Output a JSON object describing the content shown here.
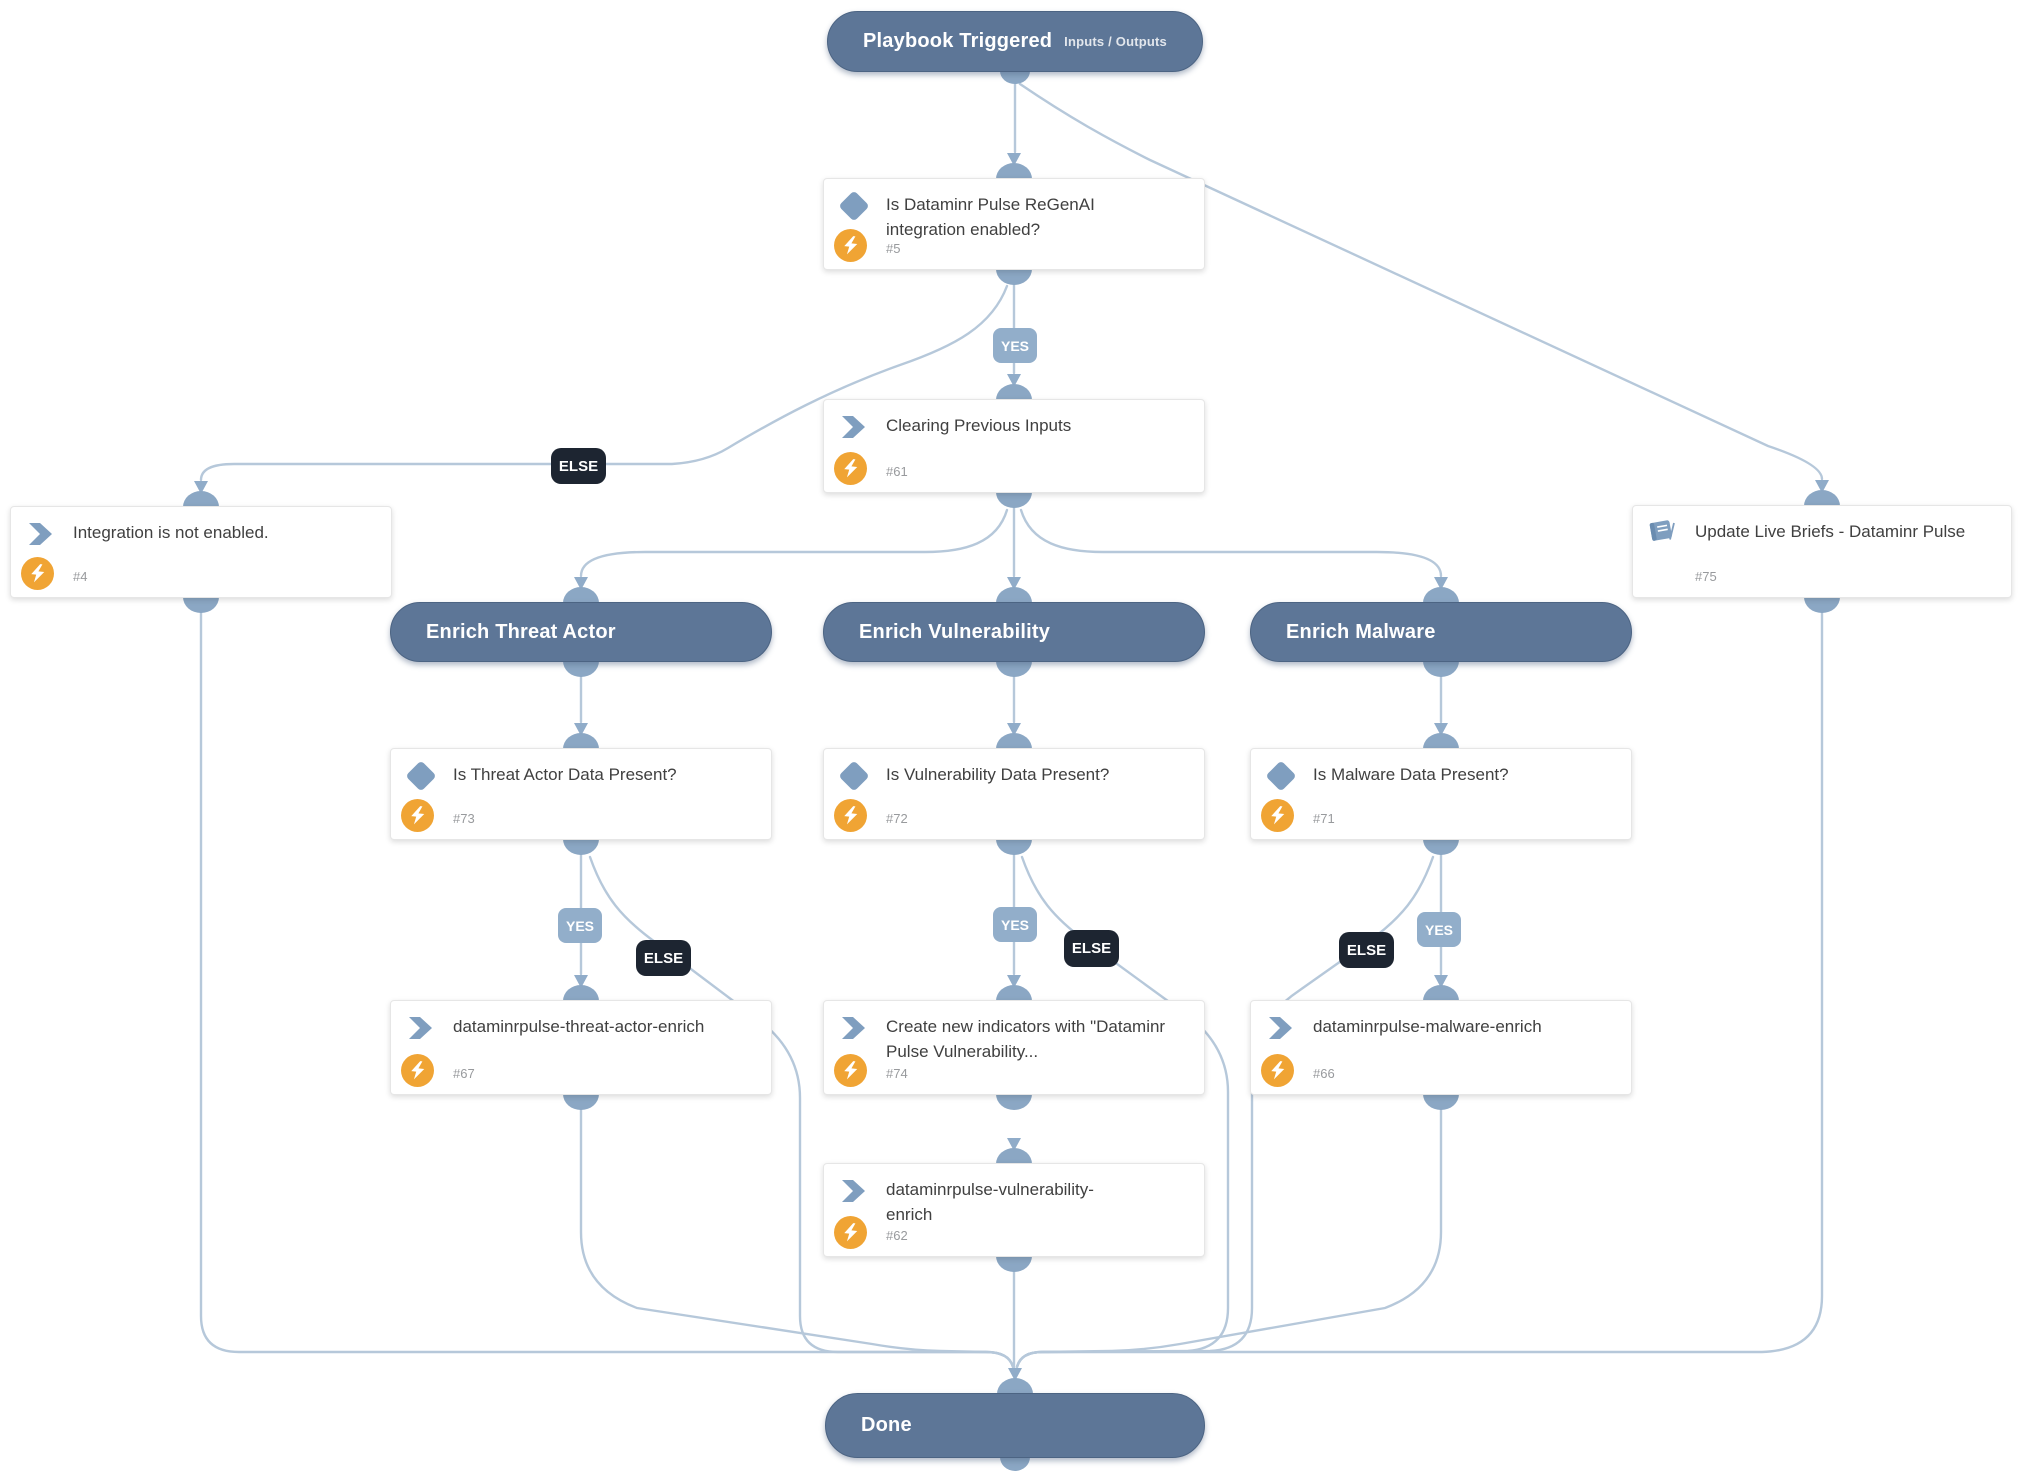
{
  "start_node": {
    "label": "Playbook Triggered",
    "action_link": "Inputs / Outputs"
  },
  "end_node": {
    "label": "Done"
  },
  "section_headers": {
    "threat_actor": "Enrich Threat Actor",
    "vulnerability": "Enrich Vulnerability",
    "malware": "Enrich Malware"
  },
  "branch_labels": {
    "yes": "YES",
    "else": "ELSE"
  },
  "tasks": {
    "regenai_check": {
      "title": "Is Dataminr Pulse ReGenAI integration enabled?",
      "number": "#5",
      "type": "condition"
    },
    "clearing_inputs": {
      "title": "Clearing Previous Inputs",
      "number": "#61",
      "type": "automation"
    },
    "not_enabled": {
      "title": "Integration is not enabled.",
      "number": "#4",
      "type": "automation"
    },
    "update_live_briefs": {
      "title": "Update Live Briefs - Dataminr Pulse",
      "number": "#75",
      "type": "sub-playbook"
    },
    "threat_actor_check": {
      "title": "Is Threat Actor Data Present?",
      "number": "#73",
      "type": "condition"
    },
    "vulnerability_check": {
      "title": "Is Vulnerability Data Present?",
      "number": "#72",
      "type": "condition"
    },
    "malware_check": {
      "title": "Is Malware Data Present?",
      "number": "#71",
      "type": "condition"
    },
    "threat_actor_enrich": {
      "title": "dataminrpulse-threat-actor-enrich",
      "number": "#67",
      "type": "automation"
    },
    "create_indicators": {
      "title": "Create new indicators with \"Dataminr Pulse Vulnerability...",
      "number": "#74",
      "type": "automation"
    },
    "malware_enrich": {
      "title": "dataminrpulse-malware-enrich",
      "number": "#66",
      "type": "automation"
    },
    "vulnerability_enrich": {
      "title": "dataminrpulse-vulnerability-enrich",
      "number": "#62",
      "type": "automation"
    }
  },
  "colors": {
    "connector": "#b6c8da",
    "port": "#8ba7c4",
    "arrow": "#90acc9",
    "pill_bg": "#5d7697",
    "pill_border": "#4c6483",
    "yes_bg": "#92aeca",
    "else_bg": "#1d2531",
    "lightning_badge": "#f0a434",
    "task_icon": "#7f9ebf",
    "card_border": "#e6e6e6",
    "title_text": "#404040",
    "number_text": "#989a9d",
    "background": "#ffffff"
  }
}
